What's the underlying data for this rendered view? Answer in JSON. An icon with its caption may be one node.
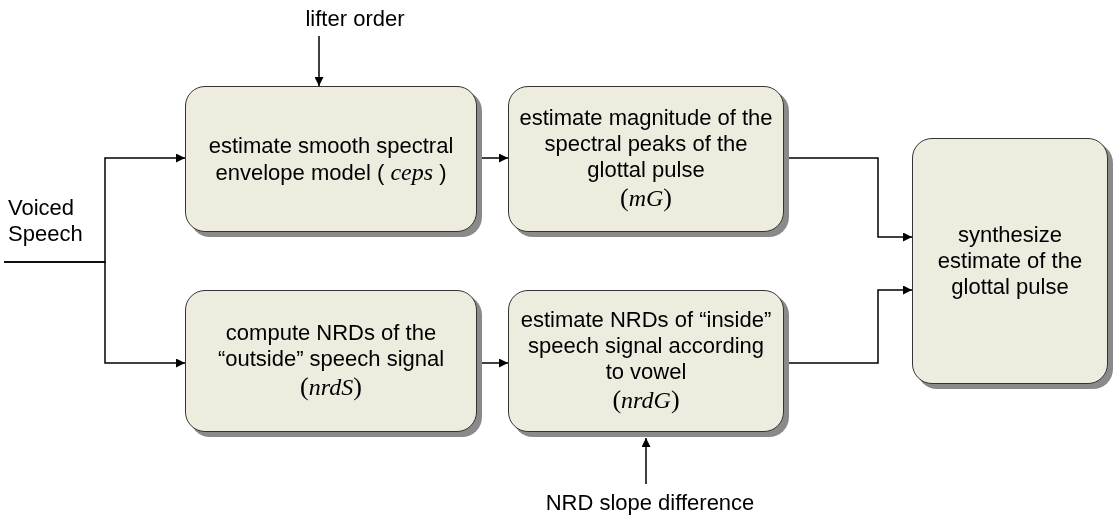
{
  "diagram": {
    "nodes": [
      {
        "text": [
          "lifter order"
        ]
      },
      {
        "text": [
          "Voiced Speech"
        ]
      },
      {
        "text": [
          "estimate smooth spectral envelope model ( *ceps* )"
        ]
      },
      {
        "text": [
          "estimate magnitude of the spectral peaks of the glottal pulse",
          "(*mG*)"
        ]
      },
      {
        "text": [
          "synthesize estimate of the glottal pulse"
        ]
      },
      {
        "text": [
          "compute NRDs of the “outside” speech signal",
          "(*nrdS*)"
        ]
      },
      {
        "text": [
          "estimate NRDs of “inside” speech signal according to vowel",
          "(*nrdG*)"
        ]
      },
      {
        "text": [
          "NRD slope difference"
        ]
      }
    ],
    "edges": [
      {
        "from": 0,
        "to": 2,
        "arrow": "to"
      },
      {
        "from": 1,
        "to": 2,
        "arrow": "to"
      },
      {
        "from": 1,
        "to": 5,
        "arrow": "to"
      },
      {
        "from": 2,
        "to": 3,
        "arrow": "to"
      },
      {
        "from": 3,
        "to": 4,
        "arrow": "to"
      },
      {
        "from": 5,
        "to": 6,
        "arrow": "to"
      },
      {
        "from": 6,
        "to": 4,
        "arrow": "to"
      },
      {
        "from": 7,
        "to": 6,
        "arrow": "to"
      }
    ]
  }
}
